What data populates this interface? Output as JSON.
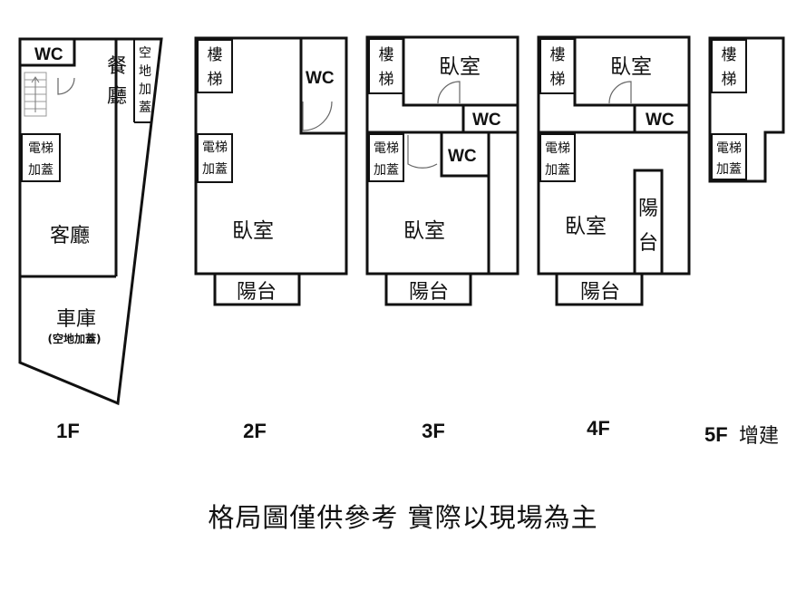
{
  "floors": {
    "f1": {
      "label": "1F",
      "wc": "WC",
      "dining": [
        "餐",
        "廳"
      ],
      "open_cover": [
        "空",
        "地",
        "加",
        "蓋"
      ],
      "elevator": [
        "電梯",
        "加蓋"
      ],
      "living": "客廳",
      "garage": "車庫",
      "garage_note": "(空地加蓋)"
    },
    "f2": {
      "label": "2F",
      "stairs": [
        "樓",
        "梯"
      ],
      "wc": "WC",
      "elevator": [
        "電梯",
        "加蓋"
      ],
      "bedroom": "臥室",
      "balcony": "陽台"
    },
    "f3": {
      "label": "3F",
      "stairs": [
        "樓",
        "梯"
      ],
      "bedroom_top": "臥室",
      "wc_top": "WC",
      "elevator": [
        "電梯",
        "加蓋"
      ],
      "wc_mid": "WC",
      "bedroom": "臥室",
      "balcony": "陽台"
    },
    "f4": {
      "label": "4F",
      "stairs": [
        "樓",
        "梯"
      ],
      "bedroom_top": "臥室",
      "wc": "WC",
      "elevator": [
        "電梯",
        "加蓋"
      ],
      "bedroom": "臥室",
      "side_balcony": [
        "陽",
        "台"
      ],
      "balcony": "陽台"
    },
    "f5": {
      "label": "5F",
      "label_suffix": "增建",
      "stairs": [
        "樓",
        "梯"
      ],
      "elevator": [
        "電梯",
        "加蓋"
      ]
    }
  },
  "disclaimer": "格局圖僅供參考 實際以現場為主"
}
